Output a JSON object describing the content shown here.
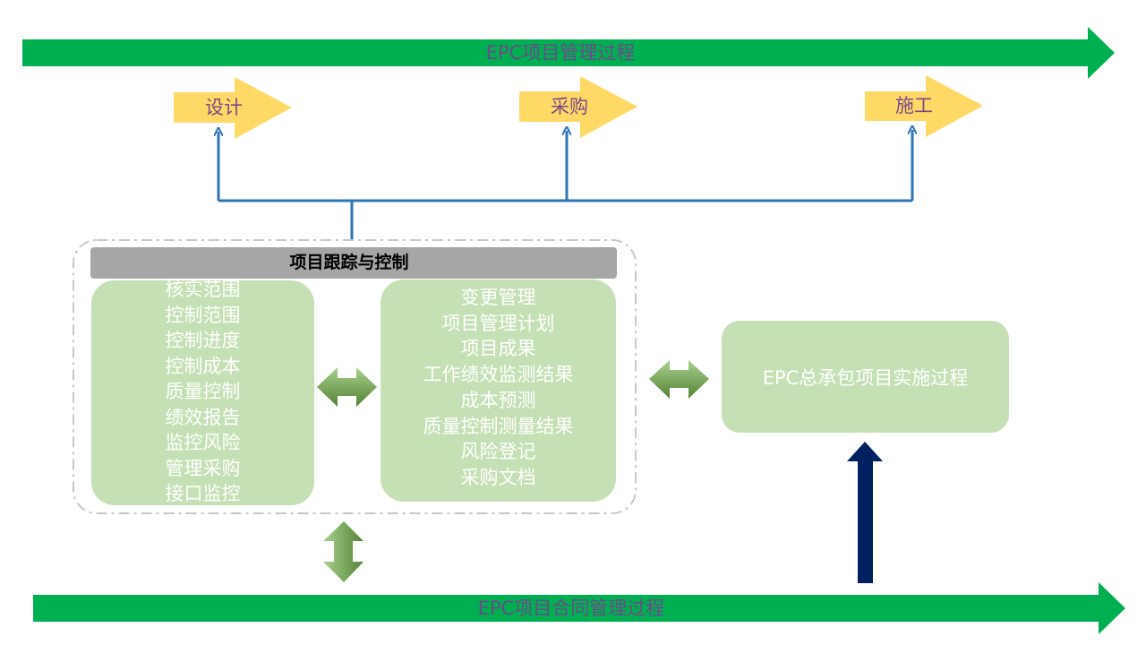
{
  "top_band": {
    "label": "EPC项目管理过程"
  },
  "bottom_band": {
    "label": "EPC项目合同管理过程"
  },
  "phases": [
    {
      "label": "设计"
    },
    {
      "label": "采购"
    },
    {
      "label": "施工"
    }
  ],
  "control_group": {
    "header": "项目跟踪与控制",
    "left_items": [
      "核实范围",
      "控制范围",
      "控制进度",
      "控制成本",
      "质量控制",
      "绩效报告",
      "监控风险",
      "管理采购",
      "接口监控"
    ],
    "right_items": [
      "变更管理",
      "项目管理计划",
      "项目成果",
      "工作绩效监测结果",
      "成本预测",
      "质量控制测量结果",
      "风险登记",
      "采购文档"
    ]
  },
  "execution_box": {
    "label": "EPC总承包项目实施过程"
  },
  "colors": {
    "band_green": "#00b050",
    "phase_yellow": "#ffd966",
    "connector_blue": "#2e75b6",
    "box_green": "#c5e0b4",
    "header_gray": "#a6a6a6",
    "navy_arrow": "#002060",
    "double_arrow_green": "#70ad47"
  }
}
